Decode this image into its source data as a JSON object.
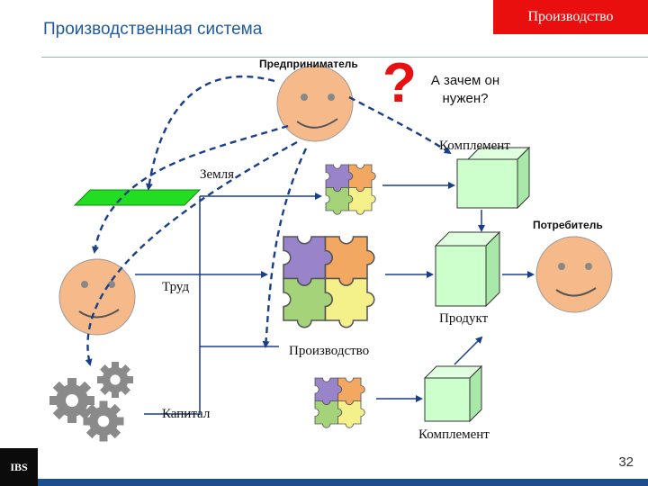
{
  "header": {
    "title": "Производственная система",
    "section_tab": "Производство"
  },
  "labels": {
    "entrepreneur": "Предприниматель",
    "question_line1": "А зачем он",
    "question_line2": "нужен?",
    "question_mark": "?",
    "complement_top": "Комплемент",
    "land": "Земля",
    "consumer": "Потребитель",
    "labor": "Труд",
    "product": "Продукт",
    "production": "Производство",
    "capital": "Капитал",
    "complement_bottom": "Комплемент"
  },
  "footer": {
    "logo_text": "IBS",
    "page_number": "32"
  },
  "colors": {
    "face": "#f6b98a",
    "cube": "#ccffcc",
    "land": "#22dd22",
    "accent_red": "#ea0f0f",
    "title_blue": "#1f5a9e",
    "arrow": "#1a3f8a"
  }
}
